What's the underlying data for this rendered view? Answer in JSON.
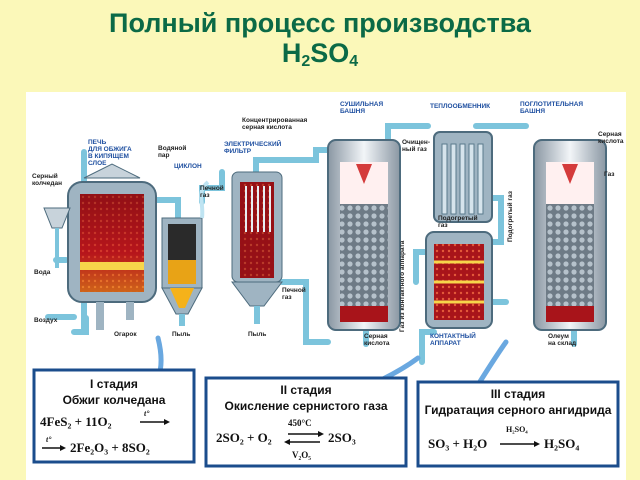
{
  "title": {
    "line1": "Полный процесс производства",
    "line2_main": "H",
    "line2_sub1": "2",
    "line2_mid": "SO",
    "line2_sub2": "4"
  },
  "colors": {
    "title": "#0b6a46",
    "label": "#1e4fa0",
    "pipe": "#9fd4e6",
    "pipe_dark": "#5aa9c8",
    "fire": "#c4161c",
    "tower": "#e8eef2"
  },
  "diagram_labels": {
    "furnace": [
      "ПЕЧЬ",
      "ДЛЯ ОБЖИГА",
      "В КИПЯЩЕМ",
      "СЛОЕ"
    ],
    "pyrite": [
      "Серный",
      "колчедан"
    ],
    "steam": [
      "Водяной",
      "пар"
    ],
    "cyclone": "ЦИКЛОН",
    "furnace_gas": [
      "Печной",
      "газ"
    ],
    "electro_filter": [
      "ЭЛЕКТРИЧЕСКИЙ",
      "ФИЛЬТР"
    ],
    "water": "Вода",
    "air": "Воздух",
    "cinder": "Огарок",
    "dust1": "Пыль",
    "dust2": "Пыль",
    "furnace_gas2": [
      "Печной",
      "газ"
    ],
    "conc_acid": [
      "Концентрированная",
      "серная кислота"
    ],
    "drying_tower": [
      "СУШИЛЬНАЯ",
      "БАШНЯ"
    ],
    "heat_exchanger": "ТЕПЛООБМЕННИК",
    "absorption_tower": [
      "ПОГЛОТИТЕЛЬНАЯ",
      "БАШНЯ"
    ],
    "cleaned_gas": [
      "Очищен-",
      "ный газ"
    ],
    "sulfuric_acid_in": [
      "Серная",
      "кислота"
    ],
    "gas_out": "Газ",
    "heated_gas": [
      "Подогретый",
      "газ"
    ],
    "heated_gas_v": "Подогретый газ",
    "gas_from_contact": "Газ из контактного аппарата",
    "contact_apparatus": [
      "КОНТАКТНЫЙ",
      "АППАРАТ"
    ],
    "sulfuric_acid_out": [
      "Серная",
      "кислота"
    ],
    "oleum": [
      "Олеум",
      "на склад"
    ]
  },
  "stages": [
    {
      "title": "I стадия",
      "subtitle": "Обжиг колчедана",
      "line1": "4FeS₂ + 11O₂",
      "cond": "t°",
      "line2": "2Fe₂O₃ + 8SO₂",
      "cond2": "t°"
    },
    {
      "title": "II стадия",
      "subtitle": "Окисление сернистого газа",
      "cond_top": "450°C",
      "line1_left": "2SO₂ + O₂",
      "line1_right": "2SO₃",
      "cond_bottom": "V₂O₅"
    },
    {
      "title": "III стадия",
      "subtitle": "Гидратация серного ангидрида",
      "line1_left": "SO₃ + H₂O",
      "cond_top": "H₂SO₄",
      "line1_right": "H₂SO₄"
    }
  ]
}
